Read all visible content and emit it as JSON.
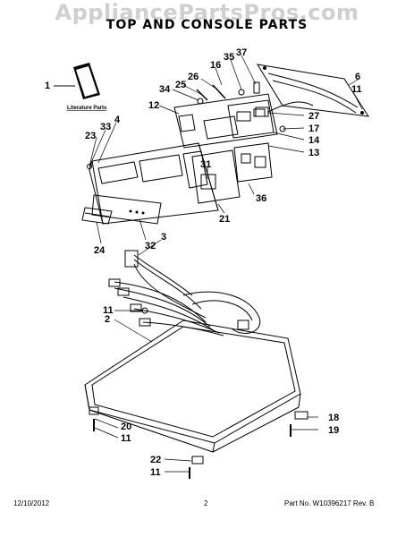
{
  "watermark": "AppliancePartsPros.com",
  "title": "TOP AND CONSOLE PARTS",
  "literature_label": "Literature Parts",
  "callouts": [
    "1",
    "2",
    "3",
    "4",
    "6",
    "11",
    "11",
    "11",
    "11",
    "12",
    "13",
    "14",
    "16",
    "17",
    "18",
    "19",
    "20",
    "21",
    "22",
    "23",
    "24",
    "25",
    "26",
    "27",
    "31",
    "32",
    "33",
    "34",
    "35",
    "36",
    "37"
  ],
  "footer": {
    "date": "12/10/2012",
    "page": "2",
    "part_no": "Part No. W10396217  Rev. B"
  }
}
